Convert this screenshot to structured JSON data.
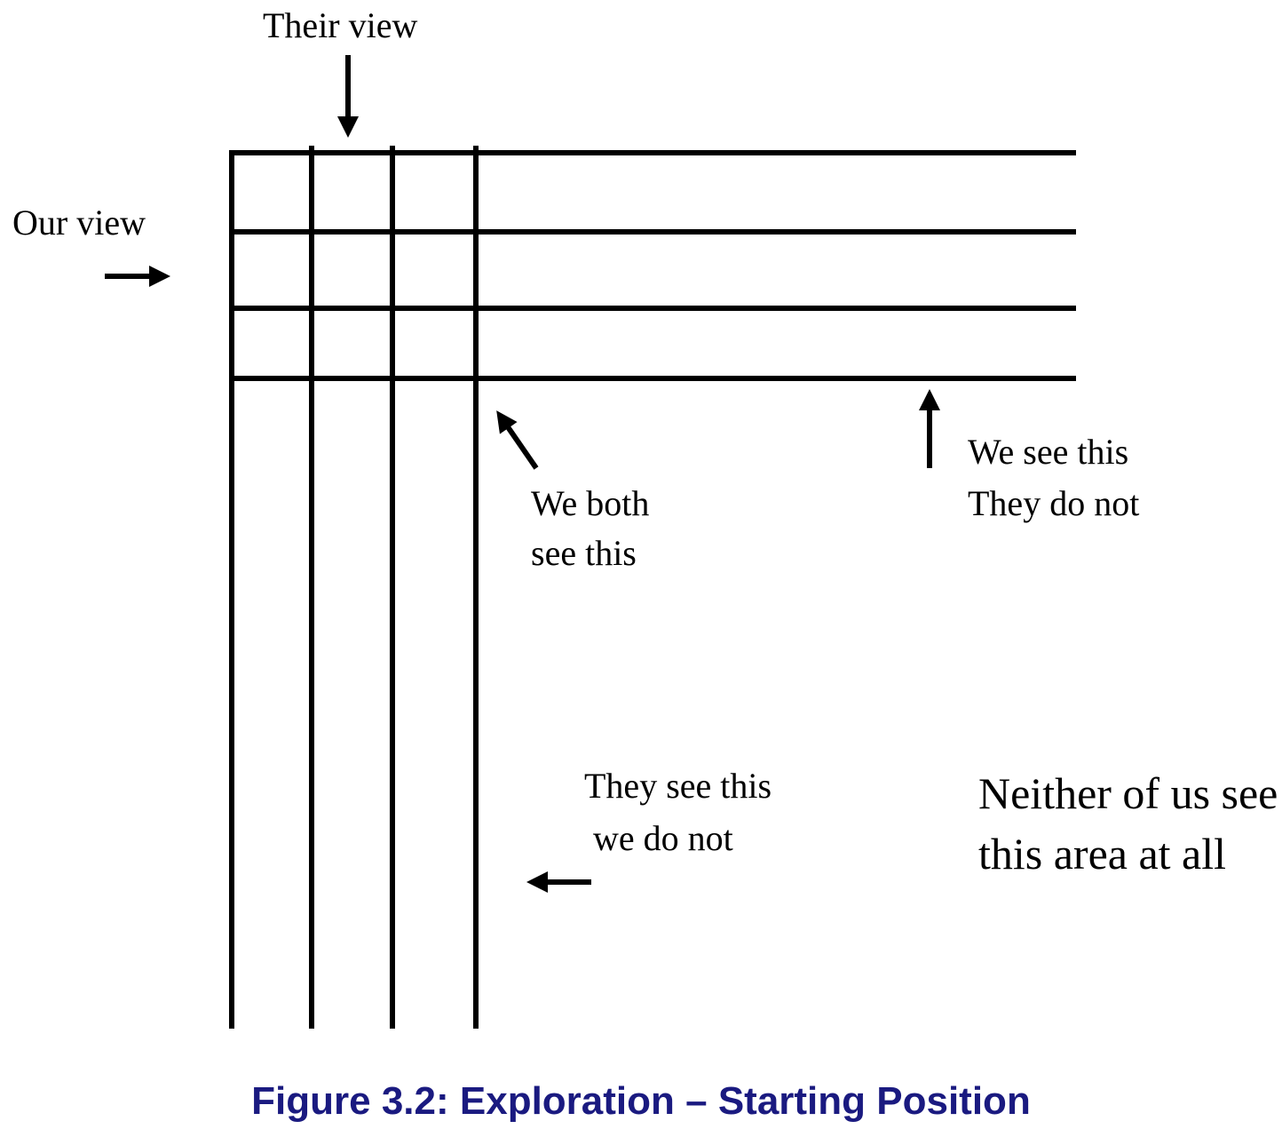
{
  "colors": {
    "ink": "#000000",
    "caption": "#1a1a80",
    "background": "#ffffff"
  },
  "labels": {
    "their_view": "Their view",
    "our_view": "Our view",
    "we_both_line1": "We both",
    "we_both_line2": "see this",
    "we_see_line1": "We see this",
    "we_see_line2": "They do not",
    "they_see_line1": "They see this",
    "they_see_line2": "we do not",
    "neither_line1": "Neither of us see",
    "neither_line2": "this area at all"
  },
  "caption": "Figure 3.2: Exploration – Starting Position"
}
